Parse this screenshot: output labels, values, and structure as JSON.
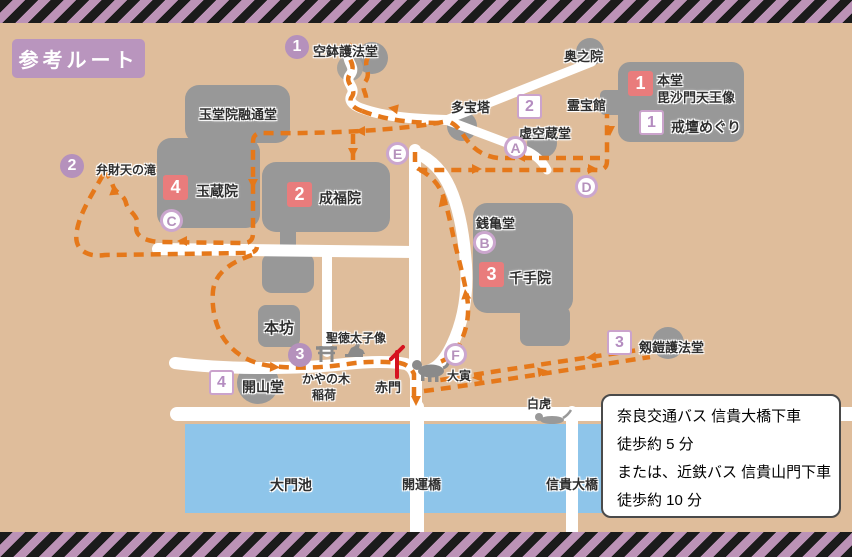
{
  "legend": {
    "title": "参考ルート"
  },
  "stations": {
    "red": [
      {
        "num": "1",
        "label": "本堂",
        "label2": "毘沙門天王像"
      },
      {
        "num": "2",
        "label": "成福院"
      },
      {
        "num": "3",
        "label": "千手院"
      },
      {
        "num": "4",
        "label": "玉蔵院"
      }
    ],
    "white": [
      {
        "num": "1",
        "label": "戒壇めぐり"
      },
      {
        "num": "2",
        "label": "虚空蔵堂"
      },
      {
        "num": "3",
        "label": "剱鎧護法堂"
      },
      {
        "num": "4",
        "label": "開山堂"
      }
    ],
    "purple": [
      {
        "num": "1",
        "label": "空鉢護法堂"
      },
      {
        "num": "2",
        "label": "弁財天の滝"
      },
      {
        "num": "3",
        "label": "かやの木",
        "label2": "稲荷"
      }
    ],
    "letters": [
      "A",
      "B",
      "C",
      "D",
      "E",
      "F"
    ]
  },
  "places": {
    "yokudoin": "玉堂院融通堂",
    "tahoto": "多宝塔",
    "okunoin": "奥之院",
    "reihokan": "霊宝館",
    "zenikamedo": "銭亀堂",
    "hombo": "本坊",
    "shotoku": "聖徳太子像",
    "akamon": "赤門",
    "otora": "大寅",
    "byakko": "白虎",
    "daimonike": "大門池",
    "kaiunbashi": "開運橋",
    "shigiohashi": "信貴大橋"
  },
  "infobox": {
    "line1": "奈良交通バス 信貴大橋下車",
    "line2": "徒歩約 5 分",
    "line3": "または、近鉄バス 信貴山門下車",
    "line4": "徒歩約 10 分"
  },
  "colors": {
    "background": "#DFBD9B",
    "building": "#989898",
    "road": "#FFFFFF",
    "pond": "#8EC5EA",
    "route": "#E5781A",
    "purple_marker": "#B591BC",
    "red_marker": "#E97C7C",
    "stripe_purple": "#BC93B7",
    "stripe_black": "#1B1B1B",
    "gate_red": "#D6121F"
  }
}
